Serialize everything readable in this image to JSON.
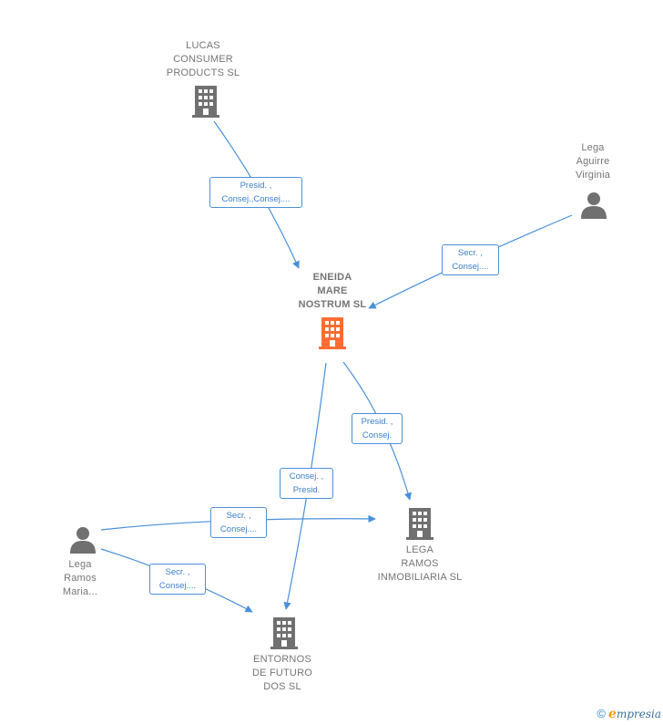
{
  "colors": {
    "focus_node": "#ff6d33",
    "node": "#707070",
    "edge": "#4a90d9",
    "edge_text": "#3b7fd0"
  },
  "nodes": [
    {
      "id": "lucas",
      "type": "company",
      "lines": [
        "LUCAS",
        "CONSUMER",
        "PRODUCTS SL"
      ],
      "icon": "building-icon"
    },
    {
      "id": "eneida",
      "type": "company",
      "focus": true,
      "lines": [
        "ENEIDA",
        "MARE",
        "NOSTRUM SL"
      ],
      "icon": "building-icon"
    },
    {
      "id": "lega_aguirre",
      "type": "person",
      "lines": [
        "Lega",
        "Aguirre",
        "Virginia"
      ],
      "icon": "person-icon"
    },
    {
      "id": "lega_ramos_inm",
      "type": "company",
      "lines": [
        "LEGA",
        "RAMOS",
        "INMOBILIARIA SL"
      ],
      "icon": "building-icon"
    },
    {
      "id": "lega_ramos_maria",
      "type": "person",
      "lines": [
        "Lega",
        "Ramos",
        "Maria..."
      ],
      "icon": "person-icon"
    },
    {
      "id": "entornos",
      "type": "company",
      "lines": [
        "ENTORNOS",
        "DE FUTURO",
        "DOS SL"
      ],
      "icon": "building-icon"
    }
  ],
  "edges": [
    {
      "from": "lucas",
      "to": "eneida",
      "lines": [
        "Presid. ,",
        "Consej.,Consej...."
      ]
    },
    {
      "from": "lega_aguirre",
      "to": "eneida",
      "lines": [
        "Secr. ,",
        "Consej...."
      ]
    },
    {
      "from": "eneida",
      "to": "lega_ramos_inm",
      "lines": [
        "Presid. ,",
        "Consej."
      ]
    },
    {
      "from": "eneida",
      "to": "entornos",
      "lines": [
        "Consej. ,",
        "Presid."
      ]
    },
    {
      "from": "lega_ramos_maria",
      "to": "lega_ramos_inm",
      "lines": [
        "Secr. ,",
        "Consej...."
      ]
    },
    {
      "from": "lega_ramos_maria",
      "to": "entornos",
      "lines": [
        "Secr. ,",
        "Consej...."
      ]
    }
  ],
  "footer": {
    "copyright": "©",
    "brand_first": "e",
    "brand_rest": "mpresia"
  }
}
